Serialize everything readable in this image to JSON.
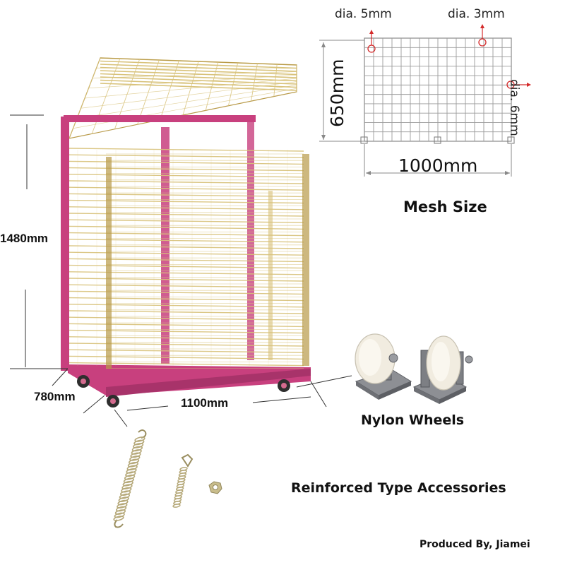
{
  "labels": {
    "height": "1480mm",
    "depth": "780mm",
    "width": "1100mm",
    "mesh_height": "650mm",
    "mesh_width": "1000mm",
    "dia_5": "dia. 5mm",
    "dia_3": "dia. 3mm",
    "dia_6": "dia. 6mm",
    "mesh_size": "Mesh Size",
    "nylon_wheels": "Nylon Wheels",
    "accessories": "Reinforced Type Accessories",
    "credit": "Produced By, Jiamei"
  },
  "colors": {
    "frame_pink": "#c8407e",
    "shelf_gold": "#d8c27a",
    "shelf_gold_dark": "#b89a48",
    "marker_red": "#d42a2a",
    "wheel_white": "#f1ece0",
    "bracket_grey": "#7d7f84",
    "hardware_brass": "#b6a97a"
  }
}
